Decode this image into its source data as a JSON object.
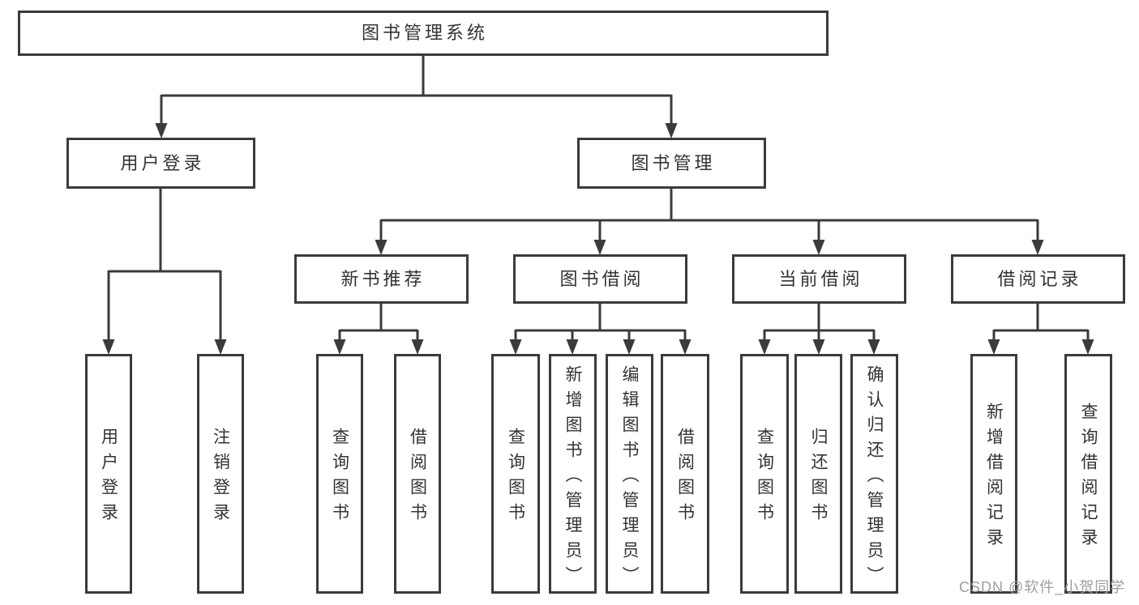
{
  "diagram": {
    "title": "图书管理系统",
    "nodes": {
      "root": "图书管理系统",
      "user_login": "用户登录",
      "book_mgmt": "图书管理",
      "new_book": "新书推荐",
      "book_borrow": "图书借阅",
      "current_borrow": "当前借阅",
      "borrow_record": "借阅记录",
      "leaf_user_login": "用户登录",
      "leaf_logout": "注销登录",
      "leaf_nb_query": "查询图书",
      "leaf_nb_borrow": "借阅图书",
      "leaf_bb_query": "查询图书",
      "leaf_bb_add": "新增图书（管理员）",
      "leaf_bb_edit": "编辑图书（管理员）",
      "leaf_bb_borrow": "借阅图书",
      "leaf_cb_query": "查询图书",
      "leaf_cb_return": "归还图书",
      "leaf_cb_confirm": "确认归还（管理员）",
      "leaf_br_add": "新增借阅记录",
      "leaf_br_query": "查询借阅记录"
    }
  },
  "watermark": "CSDN @软件_小贺同学",
  "colors": {
    "line": "#3b3b3b",
    "text": "#333333",
    "watermark": "#9e9e9e",
    "background": "#ffffff"
  }
}
